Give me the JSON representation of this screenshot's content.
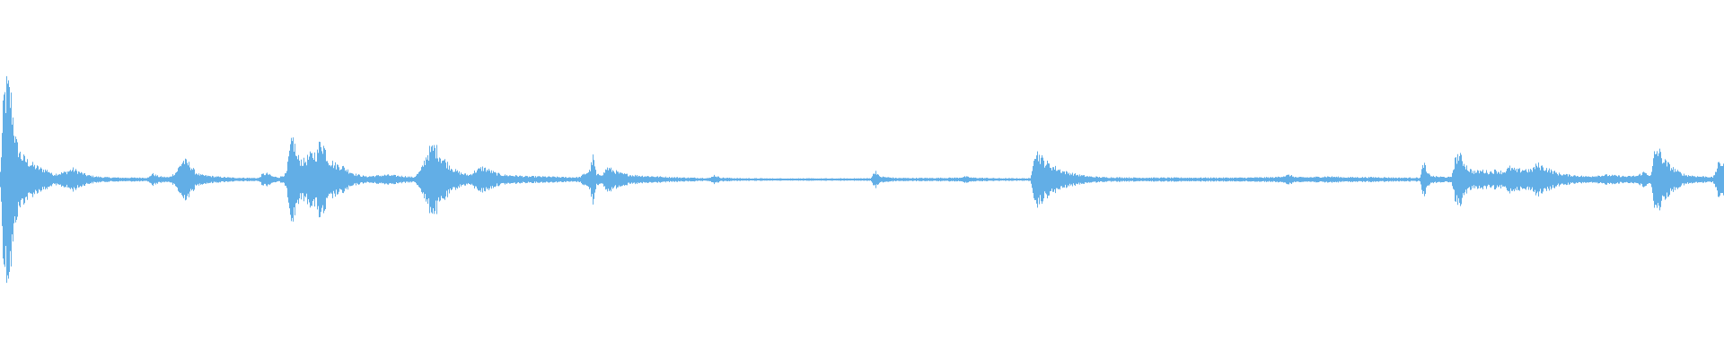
{
  "waveform": {
    "color": "#62aee6",
    "envelope": [
      [
        0.0,
        0.05
      ],
      [
        0.002,
        0.55
      ],
      [
        0.004,
        0.62
      ],
      [
        0.006,
        0.56
      ],
      [
        0.009,
        0.25
      ],
      [
        0.012,
        0.16
      ],
      [
        0.016,
        0.12
      ],
      [
        0.02,
        0.09
      ],
      [
        0.024,
        0.07
      ],
      [
        0.028,
        0.06
      ],
      [
        0.03,
        0.035
      ],
      [
        0.034,
        0.04
      ],
      [
        0.038,
        0.05
      ],
      [
        0.042,
        0.07
      ],
      [
        0.046,
        0.05
      ],
      [
        0.05,
        0.03
      ],
      [
        0.055,
        0.02
      ],
      [
        0.06,
        0.015
      ],
      [
        0.07,
        0.012
      ],
      [
        0.08,
        0.012
      ],
      [
        0.086,
        0.013
      ],
      [
        0.088,
        0.04
      ],
      [
        0.092,
        0.02
      ],
      [
        0.098,
        0.015
      ],
      [
        0.102,
        0.05
      ],
      [
        0.106,
        0.13
      ],
      [
        0.11,
        0.1
      ],
      [
        0.113,
        0.05
      ],
      [
        0.116,
        0.03
      ],
      [
        0.12,
        0.025
      ],
      [
        0.124,
        0.02
      ],
      [
        0.13,
        0.015
      ],
      [
        0.135,
        0.012
      ],
      [
        0.15,
        0.01
      ],
      [
        0.152,
        0.035
      ],
      [
        0.155,
        0.04
      ],
      [
        0.158,
        0.02
      ],
      [
        0.162,
        0.015
      ],
      [
        0.166,
        0.04
      ],
      [
        0.168,
        0.2
      ],
      [
        0.17,
        0.28
      ],
      [
        0.172,
        0.15
      ],
      [
        0.176,
        0.12
      ],
      [
        0.18,
        0.16
      ],
      [
        0.184,
        0.18
      ],
      [
        0.186,
        0.27
      ],
      [
        0.188,
        0.22
      ],
      [
        0.19,
        0.14
      ],
      [
        0.194,
        0.1
      ],
      [
        0.198,
        0.09
      ],
      [
        0.202,
        0.06
      ],
      [
        0.206,
        0.035
      ],
      [
        0.212,
        0.02
      ],
      [
        0.218,
        0.025
      ],
      [
        0.224,
        0.03
      ],
      [
        0.23,
        0.025
      ],
      [
        0.236,
        0.02
      ],
      [
        0.24,
        0.015
      ],
      [
        0.244,
        0.06
      ],
      [
        0.248,
        0.18
      ],
      [
        0.252,
        0.22
      ],
      [
        0.256,
        0.15
      ],
      [
        0.26,
        0.1
      ],
      [
        0.264,
        0.06
      ],
      [
        0.268,
        0.04
      ],
      [
        0.272,
        0.03
      ],
      [
        0.276,
        0.06
      ],
      [
        0.28,
        0.08
      ],
      [
        0.284,
        0.06
      ],
      [
        0.288,
        0.04
      ],
      [
        0.292,
        0.03
      ],
      [
        0.3,
        0.025
      ],
      [
        0.306,
        0.02
      ],
      [
        0.312,
        0.02
      ],
      [
        0.32,
        0.018
      ],
      [
        0.328,
        0.015
      ],
      [
        0.336,
        0.015
      ],
      [
        0.342,
        0.06
      ],
      [
        0.344,
        0.15
      ],
      [
        0.346,
        0.03
      ],
      [
        0.35,
        0.04
      ],
      [
        0.352,
        0.08
      ],
      [
        0.356,
        0.06
      ],
      [
        0.36,
        0.04
      ],
      [
        0.366,
        0.03
      ],
      [
        0.372,
        0.025
      ],
      [
        0.38,
        0.02
      ],
      [
        0.39,
        0.015
      ],
      [
        0.4,
        0.012
      ],
      [
        0.412,
        0.01
      ],
      [
        0.414,
        0.03
      ],
      [
        0.418,
        0.012
      ],
      [
        0.43,
        0.008
      ],
      [
        0.45,
        0.007
      ],
      [
        0.47,
        0.007
      ],
      [
        0.49,
        0.007
      ],
      [
        0.505,
        0.008
      ],
      [
        0.508,
        0.06
      ],
      [
        0.51,
        0.02
      ],
      [
        0.52,
        0.01
      ],
      [
        0.54,
        0.01
      ],
      [
        0.556,
        0.012
      ],
      [
        0.56,
        0.02
      ],
      [
        0.564,
        0.012
      ],
      [
        0.58,
        0.008
      ],
      [
        0.598,
        0.008
      ],
      [
        0.6,
        0.2
      ],
      [
        0.603,
        0.16
      ],
      [
        0.606,
        0.12
      ],
      [
        0.61,
        0.09
      ],
      [
        0.614,
        0.07
      ],
      [
        0.618,
        0.05
      ],
      [
        0.622,
        0.04
      ],
      [
        0.626,
        0.03
      ],
      [
        0.632,
        0.02
      ],
      [
        0.64,
        0.015
      ],
      [
        0.66,
        0.012
      ],
      [
        0.68,
        0.012
      ],
      [
        0.7,
        0.012
      ],
      [
        0.72,
        0.012
      ],
      [
        0.74,
        0.015
      ],
      [
        0.748,
        0.03
      ],
      [
        0.752,
        0.015
      ],
      [
        0.76,
        0.015
      ],
      [
        0.77,
        0.02
      ],
      [
        0.78,
        0.015
      ],
      [
        0.79,
        0.015
      ],
      [
        0.8,
        0.015
      ],
      [
        0.81,
        0.012
      ],
      [
        0.824,
        0.012
      ],
      [
        0.826,
        0.12
      ],
      [
        0.828,
        0.04
      ],
      [
        0.832,
        0.02
      ],
      [
        0.842,
        0.015
      ],
      [
        0.844,
        0.12
      ],
      [
        0.846,
        0.17
      ],
      [
        0.848,
        0.14
      ],
      [
        0.852,
        0.07
      ],
      [
        0.856,
        0.05
      ],
      [
        0.86,
        0.06
      ],
      [
        0.864,
        0.05
      ],
      [
        0.868,
        0.06
      ],
      [
        0.872,
        0.05
      ],
      [
        0.876,
        0.08
      ],
      [
        0.88,
        0.06
      ],
      [
        0.884,
        0.07
      ],
      [
        0.888,
        0.06
      ],
      [
        0.892,
        0.1
      ],
      [
        0.896,
        0.08
      ],
      [
        0.9,
        0.06
      ],
      [
        0.904,
        0.04
      ],
      [
        0.91,
        0.03
      ],
      [
        0.916,
        0.025
      ],
      [
        0.92,
        0.02
      ],
      [
        0.926,
        0.025
      ],
      [
        0.932,
        0.03
      ],
      [
        0.938,
        0.025
      ],
      [
        0.944,
        0.02
      ],
      [
        0.95,
        0.025
      ],
      [
        0.954,
        0.05
      ],
      [
        0.958,
        0.025
      ],
      [
        0.96,
        0.18
      ],
      [
        0.962,
        0.2
      ],
      [
        0.966,
        0.12
      ],
      [
        0.97,
        0.08
      ],
      [
        0.974,
        0.05
      ],
      [
        0.978,
        0.03
      ],
      [
        0.982,
        0.025
      ],
      [
        0.986,
        0.02
      ],
      [
        0.99,
        0.02
      ],
      [
        0.994,
        0.015
      ],
      [
        0.997,
        0.1
      ],
      [
        1.0,
        0.12
      ]
    ]
  }
}
